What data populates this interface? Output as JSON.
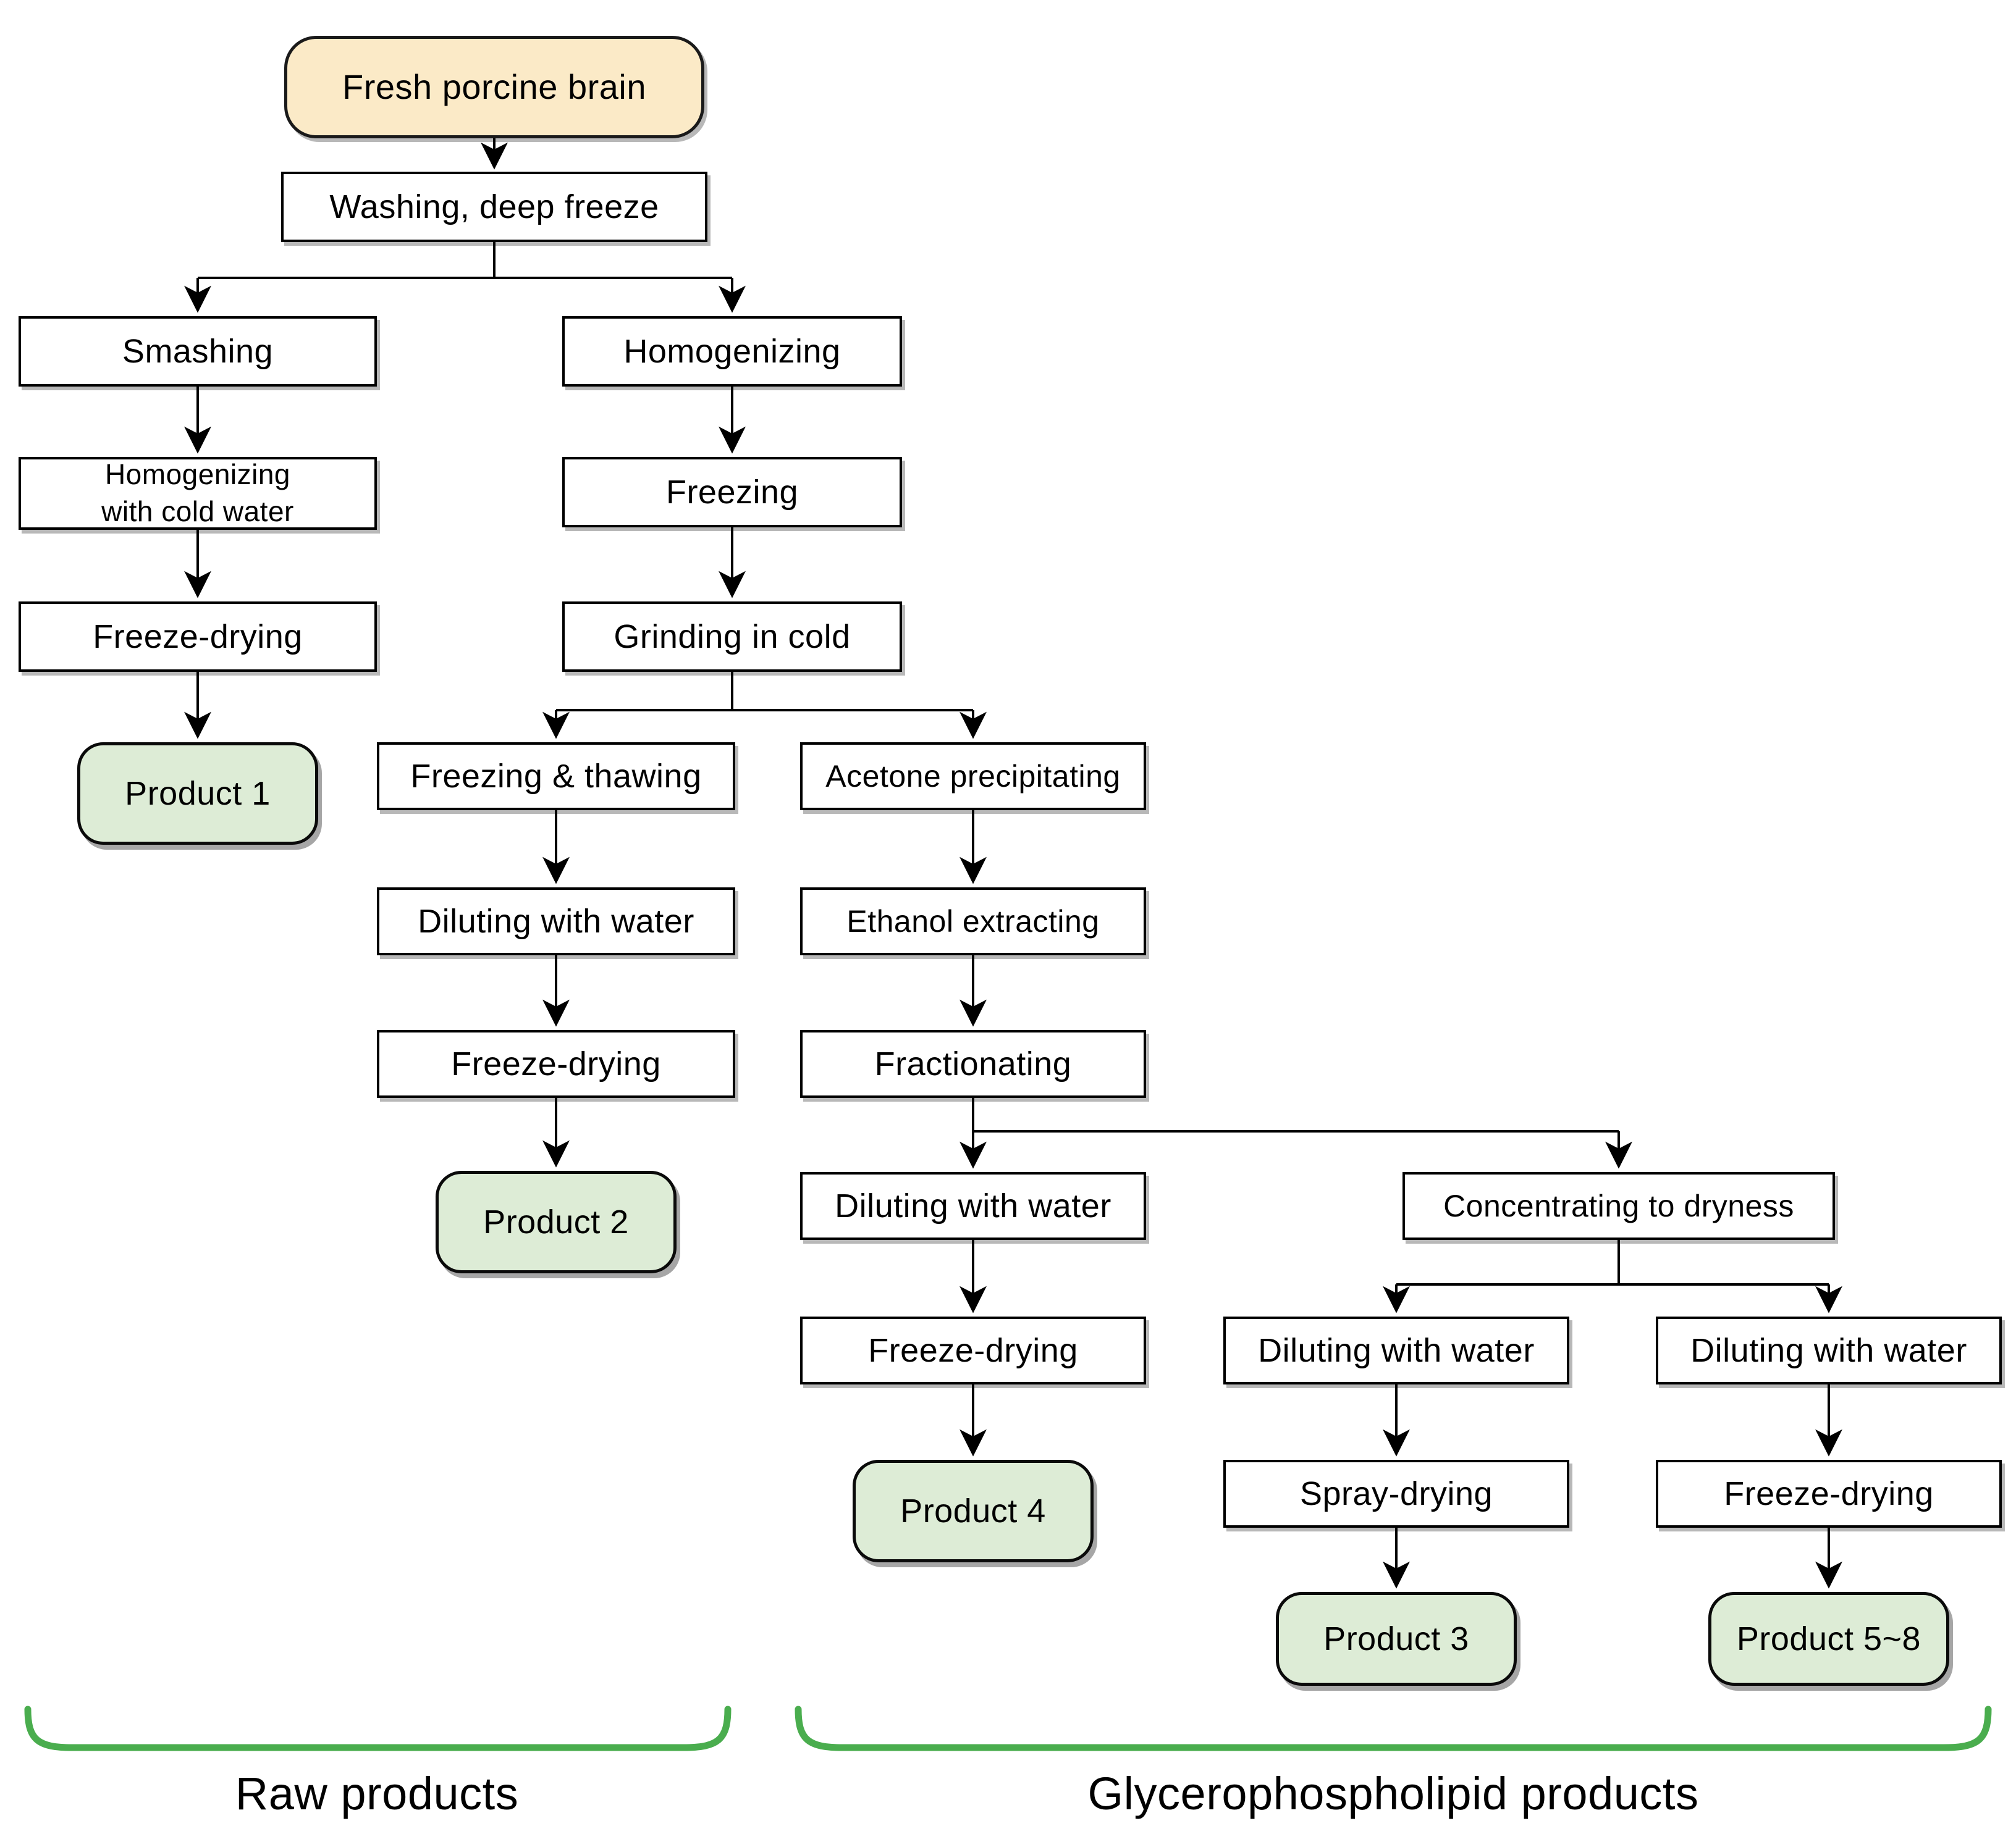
{
  "diagram": {
    "nodes": {
      "fresh_porcine_brain": {
        "label": "Fresh porcine brain"
      },
      "washing_deep_freeze": {
        "label": "Washing, deep freeze"
      },
      "smashing": {
        "label": "Smashing"
      },
      "homogenizing": {
        "label": "Homogenizing"
      },
      "homogenizing_with_cold_water": {
        "line1": "Homogenizing",
        "line2": "with cold water"
      },
      "freezing": {
        "label": "Freezing"
      },
      "freeze_drying_1": {
        "label": "Freeze-drying"
      },
      "grinding_in_cold": {
        "label": "Grinding in cold"
      },
      "product_1": {
        "label": "Product 1"
      },
      "freezing_and_thawing": {
        "label": "Freezing & thawing"
      },
      "acetone_precipitating": {
        "label": "Acetone precipitating"
      },
      "diluting_with_water_1": {
        "label": "Diluting with water"
      },
      "ethanol_extracting": {
        "label": "Ethanol extracting"
      },
      "freeze_drying_2": {
        "label": "Freeze-drying"
      },
      "fractionating": {
        "label": "Fractionating"
      },
      "product_2": {
        "label": "Product 2"
      },
      "diluting_with_water_2": {
        "label": "Diluting with water"
      },
      "concentrating_to_dryness": {
        "label": "Concentrating to dryness"
      },
      "freeze_drying_3": {
        "label": "Freeze-drying"
      },
      "diluting_with_water_3": {
        "label": "Diluting with water"
      },
      "diluting_with_water_4": {
        "label": "Diluting with water"
      },
      "product_4": {
        "label": "Product 4"
      },
      "spray_drying": {
        "label": "Spray-drying"
      },
      "freeze_drying_4": {
        "label": "Freeze-drying"
      },
      "product_3": {
        "label": "Product 3"
      },
      "product_5_8": {
        "label": "Product 5~8"
      }
    },
    "groups": {
      "raw_products": {
        "label": "Raw products"
      },
      "glycerophospholipid_products": {
        "label": "Glycerophospholipid products"
      }
    },
    "colors": {
      "source_fill": "#fbeac7",
      "process_fill": "#ffffff",
      "product_fill": "#ddecd6",
      "border": "#000000",
      "bracket": "#4aad4e"
    }
  }
}
